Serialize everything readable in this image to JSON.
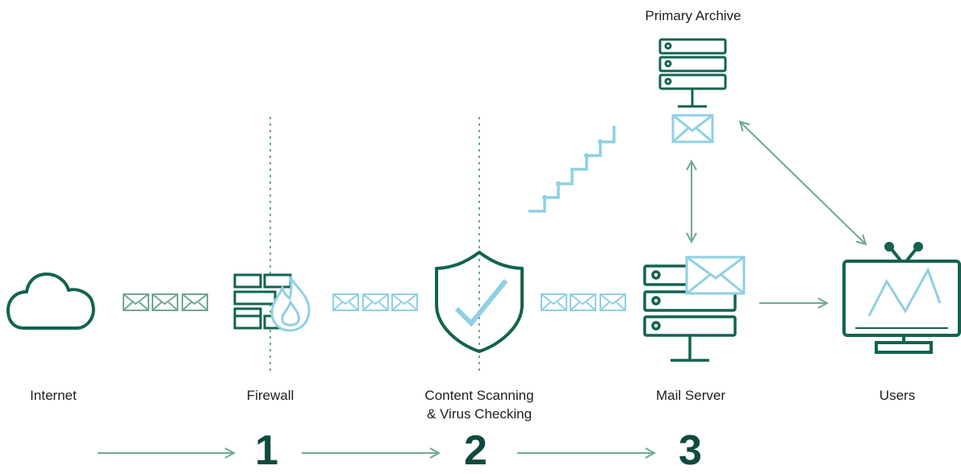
{
  "labels": {
    "internet": "Internet",
    "firewall": "Firewall",
    "scanning": "Content Scanning\n& Virus Checking",
    "mail_server": "Mail Server",
    "users": "Users",
    "primary_archive": "Primary Archive"
  },
  "steps": [
    "1",
    "2",
    "3"
  ],
  "colors": {
    "dark_green": "#126350",
    "mid_green": "#6fa896",
    "light_blue": "#8fd0e3",
    "text": "#1e1e1e"
  },
  "icons": [
    "cloud-icon",
    "firewall-icon",
    "shield-check-icon",
    "server-icon",
    "monitor-icon",
    "envelope-icon"
  ]
}
